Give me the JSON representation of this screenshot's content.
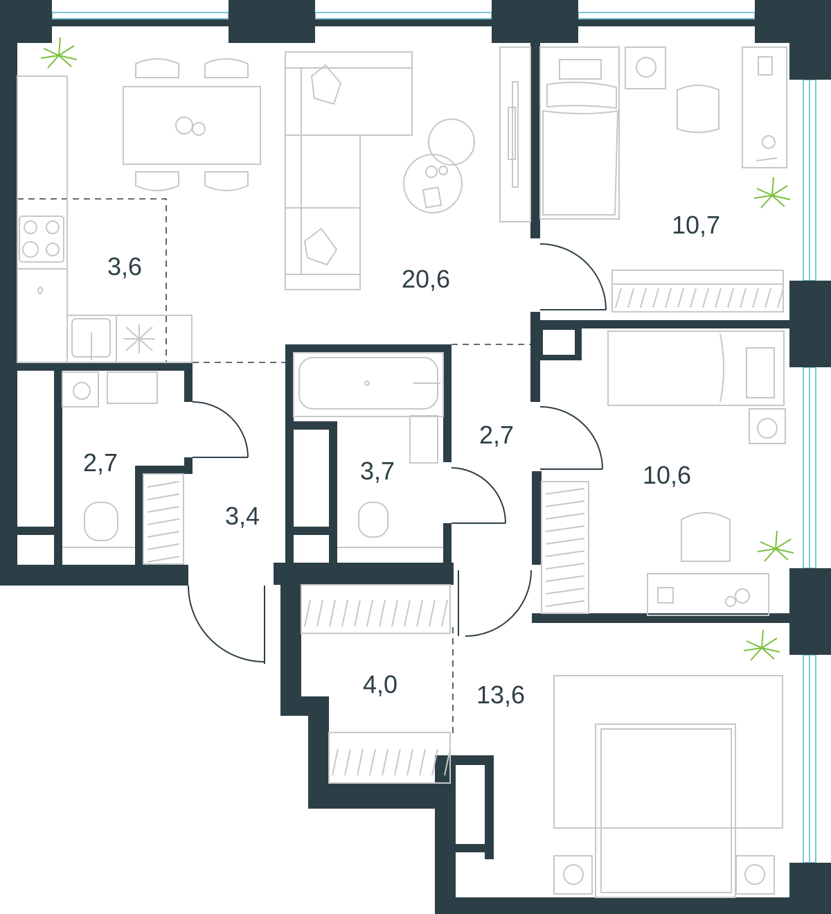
{
  "colors": {
    "wall": "#2d3f46",
    "window": "#7ec4d6",
    "furniture": "#c6c8c8",
    "plant": "#7cbf3c"
  },
  "rooms": [
    {
      "id": "kitchen",
      "area": "3,6"
    },
    {
      "id": "living",
      "area": "20,6"
    },
    {
      "id": "bedroom-top-right",
      "area": "10,7"
    },
    {
      "id": "wc",
      "area": "2,7"
    },
    {
      "id": "entry-hall",
      "area": "3,4"
    },
    {
      "id": "bathroom",
      "area": "3,7"
    },
    {
      "id": "corridor",
      "area": "2,7"
    },
    {
      "id": "bedroom-middle-right",
      "area": "10,6"
    },
    {
      "id": "wardrobe",
      "area": "4,0"
    },
    {
      "id": "master-bedroom",
      "area": "13,6"
    }
  ]
}
